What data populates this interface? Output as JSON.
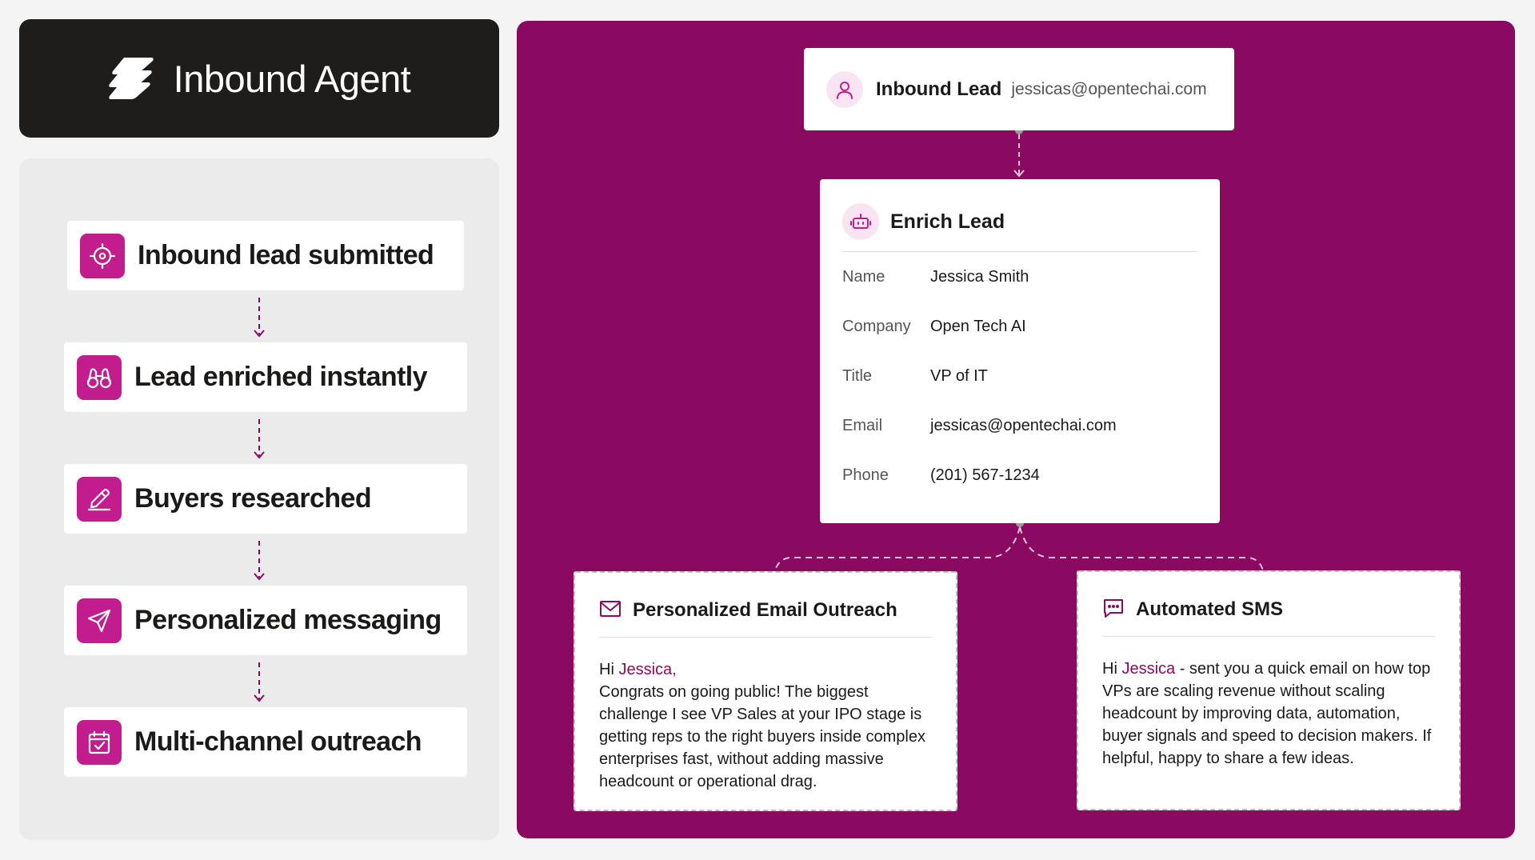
{
  "header": {
    "title": "Inbound Agent",
    "logo_icon": "stacked-stripes-logo"
  },
  "steps": [
    {
      "label": "Inbound lead submitted",
      "icon": "target-icon"
    },
    {
      "label": "Lead enriched instantly",
      "icon": "binoculars-icon"
    },
    {
      "label": "Buyers researched",
      "icon": "pencil-icon"
    },
    {
      "label": "Personalized messaging",
      "icon": "paper-plane-icon"
    },
    {
      "label": "Multi-channel outreach",
      "icon": "calendar-check-icon"
    }
  ],
  "inbound_lead": {
    "label": "Inbound Lead",
    "email": "jessicas@opentechai.com"
  },
  "enrich": {
    "title": "Enrich Lead",
    "fields": [
      {
        "key": "Name",
        "value": "Jessica Smith"
      },
      {
        "key": "Company",
        "value": "Open Tech AI"
      },
      {
        "key": "Title",
        "value": "VP of IT"
      },
      {
        "key": "Email",
        "value": "jessicas@opentechai.com"
      },
      {
        "key": "Phone",
        "value": "(201) 567-1234"
      }
    ]
  },
  "email_outreach": {
    "title": "Personalized Email Outreach",
    "greeting_prefix": "Hi ",
    "greeting_name": "Jessica,",
    "body": "Congrats on going public! The biggest challenge I see VP Sales at your IPO stage is getting reps to the right buyers inside complex enterprises fast, without adding massive headcount or operational drag."
  },
  "sms": {
    "title": "Automated SMS",
    "greeting_prefix": "Hi ",
    "greeting_name": "Jessica",
    "body": " - sent you a quick email on how top VPs are scaling revenue without scaling headcount by improving data, automation, buyer signals and speed to decision makers. If helpful, happy to share a few ideas."
  },
  "colors": {
    "brand_magenta": "#c21c8f",
    "panel_plum": "#8a0a61",
    "header_dark": "#1f1d1b"
  }
}
